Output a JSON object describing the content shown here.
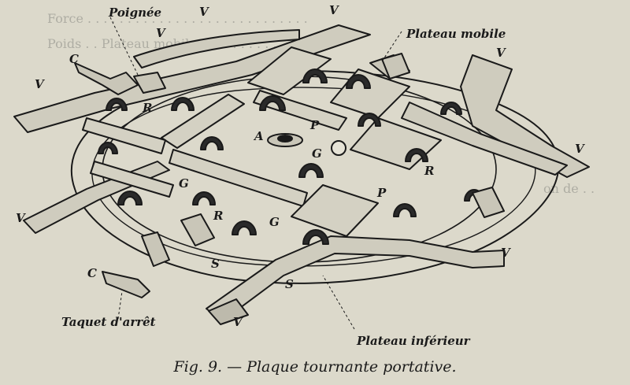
{
  "caption": {
    "figure": "Fig. 9.",
    "dash": " — ",
    "title": "Plaque tournante portative."
  },
  "labels": {
    "poignee": "Poignée",
    "plateau_mobile": "Plateau mobile",
    "plateau_inferieur": "Plateau inférieur",
    "taquet_arret": "Taquet d'arrêt",
    "V": "V",
    "C": "C",
    "R": "R",
    "P": "P",
    "A": "A",
    "G": "G",
    "S": "S"
  },
  "colors": {
    "paper": "#dcd9cb",
    "ink": "#1a1a1a"
  }
}
